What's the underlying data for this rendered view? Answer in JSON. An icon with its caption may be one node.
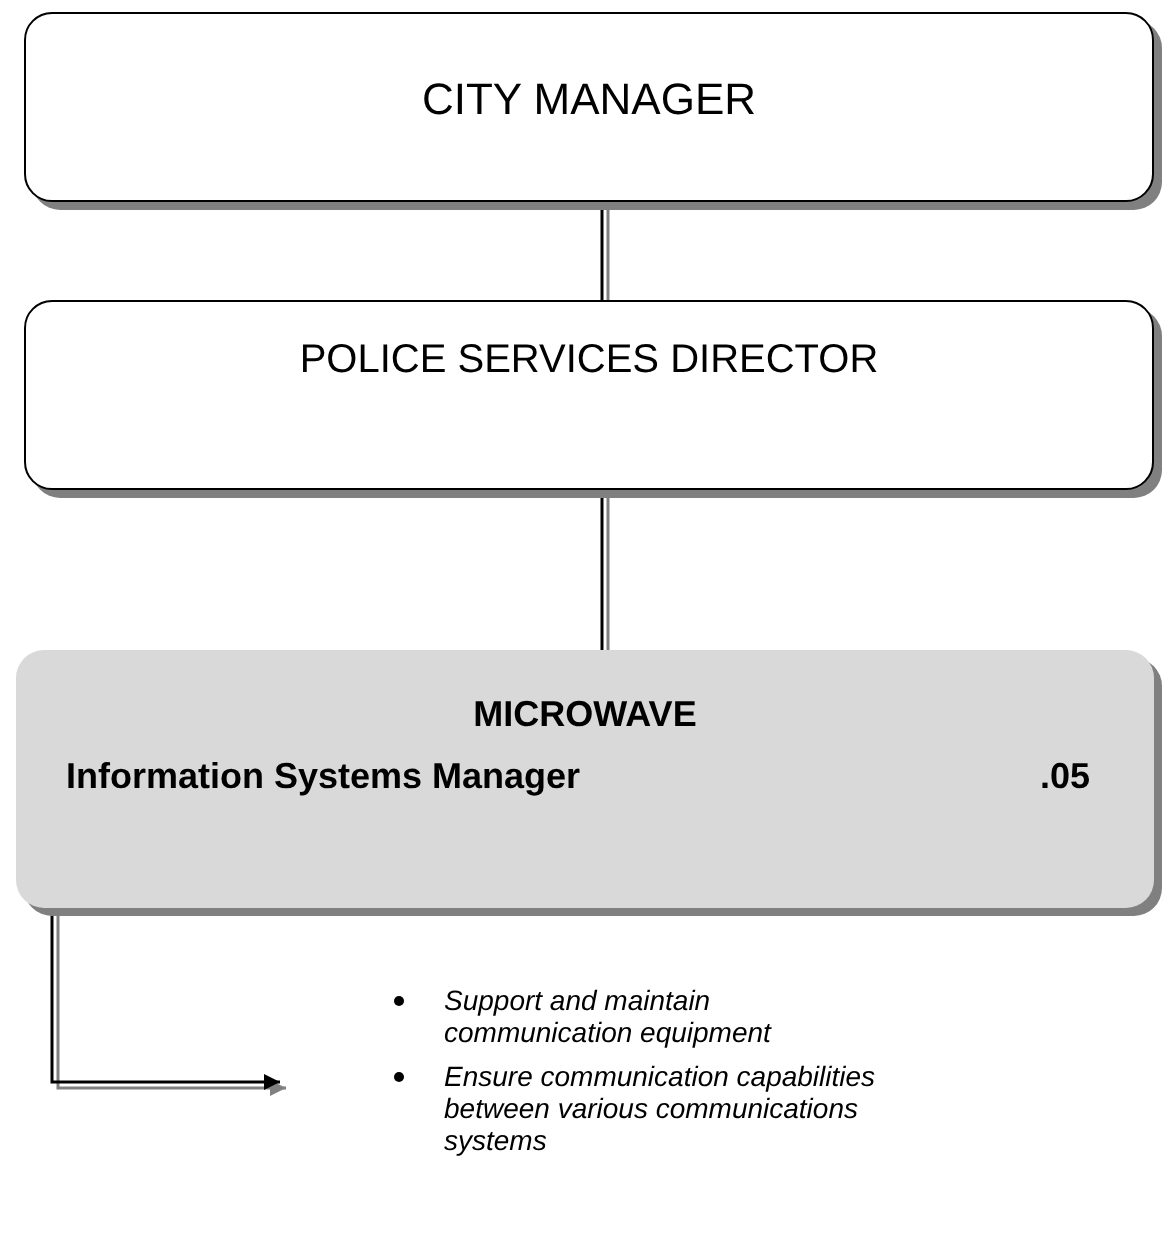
{
  "diagram": {
    "nodes": [
      {
        "text": [
          "CITY MANAGER"
        ]
      },
      {
        "text": [
          "POLICE SERVICES DIRECTOR"
        ]
      },
      {
        "text": [
          "MICROWAVE",
          "Information Systems Manager",
          ".05"
        ]
      },
      {
        "text": [
          "Support and maintain communication equipment",
          "Ensure communication capabilities between various communications systems"
        ]
      }
    ],
    "edges": [
      {
        "from": 0,
        "to": 1,
        "arrow": "none"
      },
      {
        "from": 1,
        "to": 2,
        "arrow": "none"
      },
      {
        "from": 2,
        "to": 3,
        "arrow": "to"
      }
    ]
  }
}
